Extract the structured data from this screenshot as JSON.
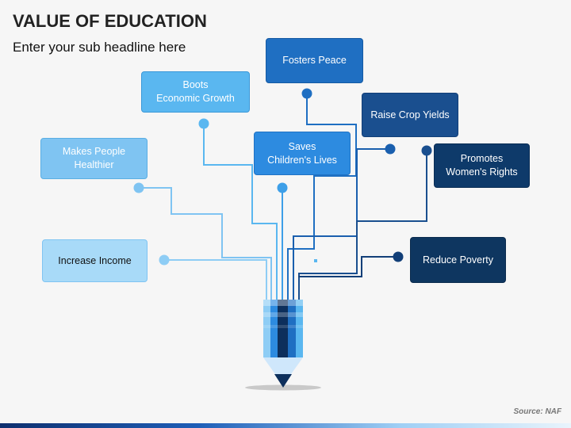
{
  "header": {
    "title": "VALUE OF EDUCATION",
    "subtitle": "Enter your sub headline here"
  },
  "boxes": {
    "increase_income": "Increase Income",
    "makes_people_healthier": "Makes People\nHealthier",
    "boots_economic_growth": "Boots\nEconomic Growth",
    "saves_childrens_lives": "Saves\nChildren's Lives",
    "fosters_peace": "Fosters Peace",
    "raise_crop_yields": "Raise Crop Yields",
    "promotes_womens_rights": "Promotes\nWomen's Rights",
    "reduce_poverty": "Reduce Poverty"
  },
  "footer": {
    "source": "Source: NAF"
  },
  "colors": {
    "background": "#f6f6f6",
    "lightest_blue": "#8ecdf5",
    "light_blue": "#5ab7f0",
    "mid_blue": "#2d8be0",
    "blue": "#1f6fc2",
    "dark_blue": "#1a4f8f",
    "navy": "#0e3a6a"
  }
}
